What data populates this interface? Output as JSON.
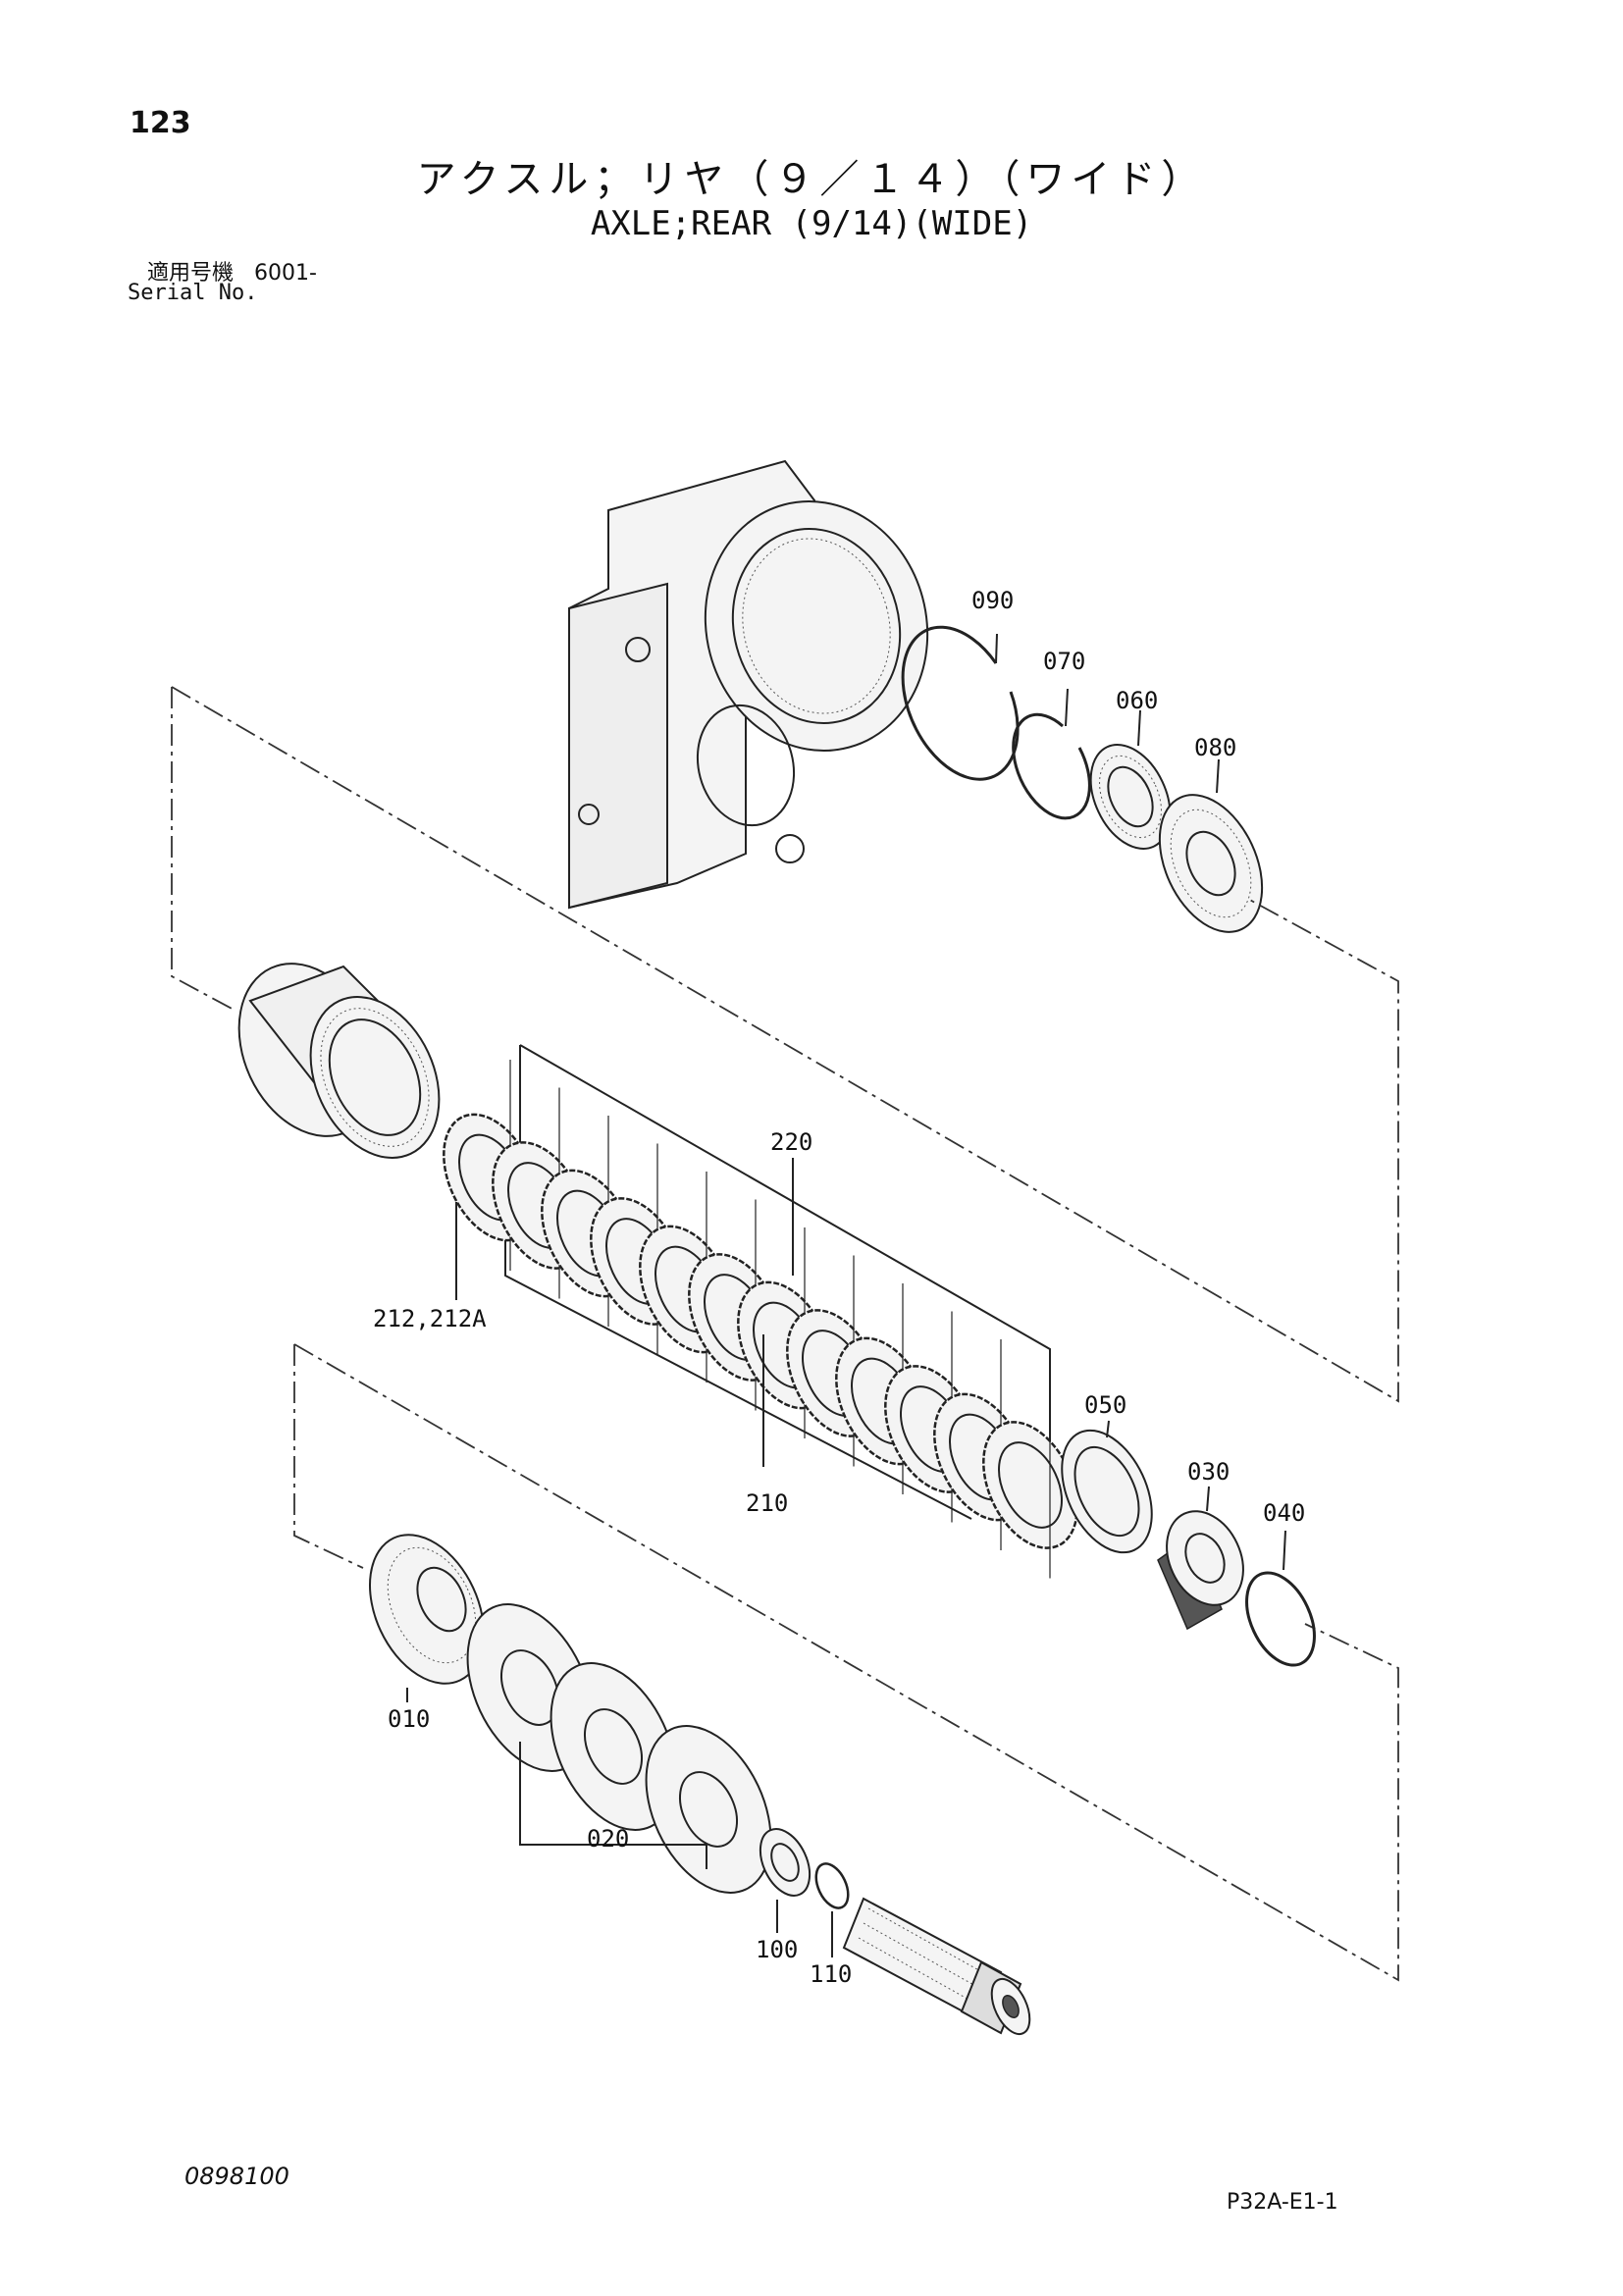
{
  "header": {
    "page_number": "123",
    "title_jp": "アクスル；リヤ（９／１４）（ワイド）",
    "title_en": "AXLE;REAR (9/14)(WIDE)",
    "serial_label_jp": "適用号機",
    "serial_value": "6001-",
    "serial_label_en": "Serial No."
  },
  "callouts": [
    "090",
    "070",
    "060",
    "080",
    "220",
    "212,212A",
    "050",
    "030",
    "040",
    "210",
    "010",
    "020",
    "100",
    "110"
  ],
  "footer": {
    "doc_code": "0898100",
    "ref_code": "P32A-E1-1"
  }
}
